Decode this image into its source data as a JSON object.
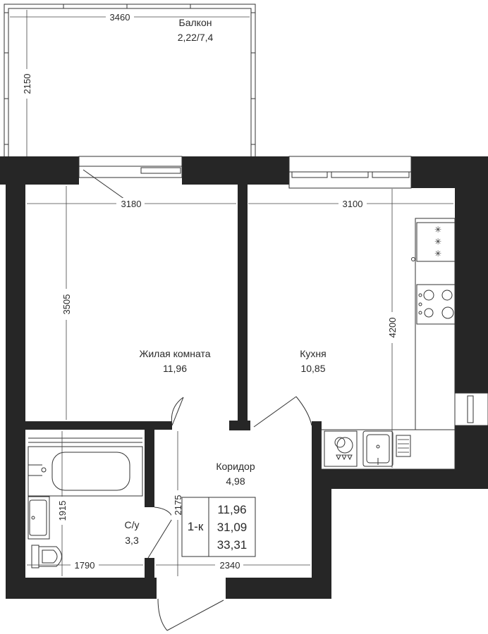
{
  "rooms": {
    "balcony": {
      "name": "Балкон",
      "area": "2,22/7,4"
    },
    "living": {
      "name": "Жилая комната",
      "area": "11,96"
    },
    "kitchen": {
      "name": "Кухня",
      "area": "10,85"
    },
    "corridor": {
      "name": "Коридор",
      "area": "4,98"
    },
    "bathroom": {
      "name": "С/у",
      "area": "3,3"
    }
  },
  "dimensions": {
    "balcony_width": "3460",
    "balcony_depth": "2150",
    "living_width": "3180",
    "living_depth": "3505",
    "kitchen_width": "3100",
    "kitchen_depth": "4200",
    "bath_width": "1790",
    "bath_depth": "1915",
    "corridor_width": "2340",
    "corridor_depth": "2175"
  },
  "summary": {
    "type": "1-к",
    "living_area": "11,96",
    "total_area": "31,09",
    "total_with_balcony": "33,31"
  },
  "colors": {
    "walls": "#262626",
    "background": "#ffffff"
  }
}
